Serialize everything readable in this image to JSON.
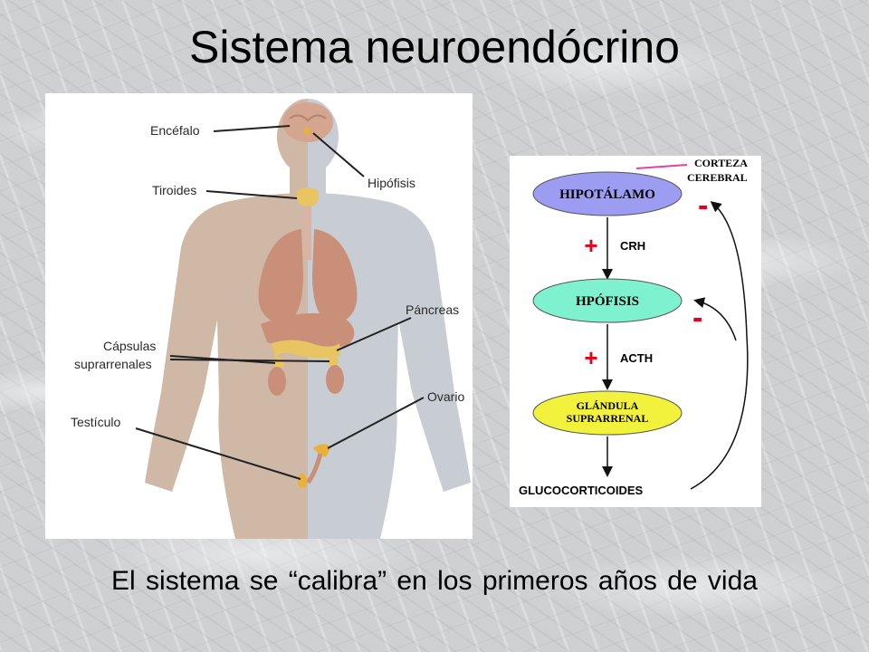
{
  "slide": {
    "title": "Sistema neuroendócrino",
    "subtitle": "El sistema se “calibra” en los primeros años de vida"
  },
  "anatomy": {
    "labels": {
      "encefalo": "Encéfalo",
      "hipofisis": "Hipófisis",
      "tiroides": "Tiroides",
      "pancreas": "Páncreas",
      "capsulas_1": "Cápsulas",
      "capsulas_2": "suprarrenales",
      "testiculo": "Testículo",
      "ovario": "Ovario"
    },
    "colors": {
      "male_side": "#cfb8a6",
      "female_side": "#c8cdd4",
      "organ": "#c98f79",
      "gland": "#e8c463"
    }
  },
  "axis": {
    "corteza_1": "CORTEZA",
    "corteza_2": "CEREBRAL",
    "hipotalamo": "HIPOTÁLAMO",
    "crh": "CRH",
    "hipofisis": "HPÓFISIS",
    "acth": "ACTH",
    "glandula_1": "GLÁNDULA",
    "glandula_2": "SUPRARRENAL",
    "glucocorticoides": "GLUCOCORTICOIDES",
    "plus": "+",
    "minus": "-",
    "colors": {
      "hipotalamo": "#9b9cf2",
      "hipofisis": "#7ef2cf",
      "glandula": "#f2f23c",
      "sign": "#e8001a",
      "cortex_line": "#e040a8"
    }
  }
}
